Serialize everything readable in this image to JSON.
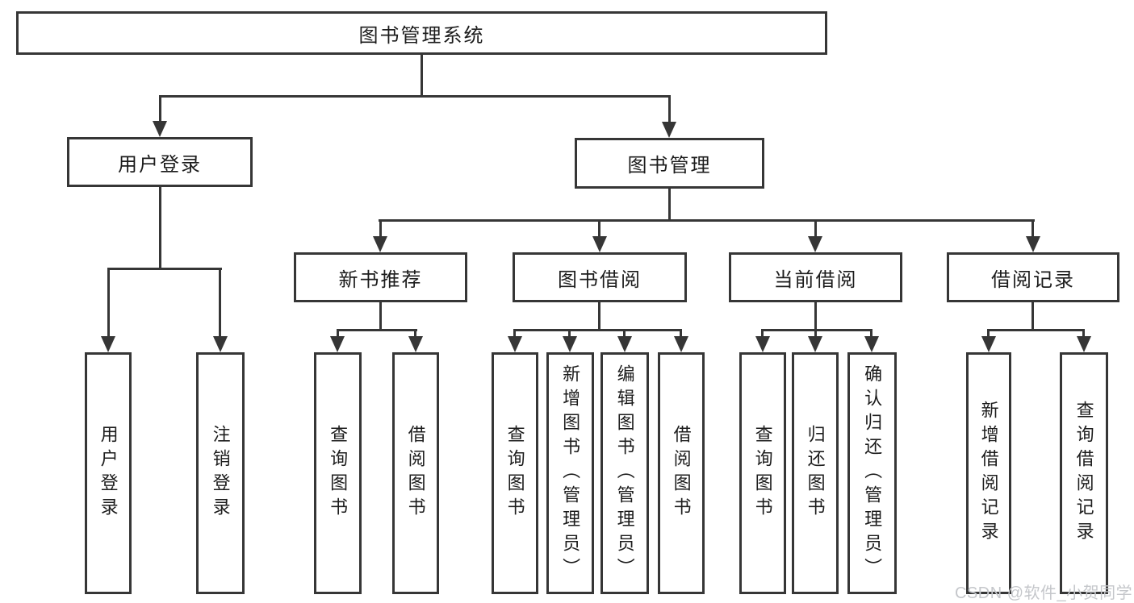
{
  "colors": {
    "line": "#363636",
    "text": "#1c1c1c",
    "watermark": "#c5c7cb",
    "background": "#ffffff"
  },
  "watermark": {
    "text": "CSDN @软件_小贺同学"
  },
  "tree": {
    "root": {
      "label": "图书管理系统"
    },
    "level2": [
      {
        "label": "用户登录",
        "children": [
          {
            "label": "用户登录"
          },
          {
            "label": "注销登录"
          }
        ]
      },
      {
        "label": "图书管理",
        "children": [
          {
            "label": "新书推荐",
            "children": [
              {
                "label": "查询图书"
              },
              {
                "label": "借阅图书"
              }
            ]
          },
          {
            "label": "图书借阅",
            "children": [
              {
                "label": "查询图书"
              },
              {
                "label": "新增图书（管理员）"
              },
              {
                "label": "编辑图书（管理员）"
              },
              {
                "label": "借阅图书"
              }
            ]
          },
          {
            "label": "当前借阅",
            "children": [
              {
                "label": "查询图书"
              },
              {
                "label": "归还图书"
              },
              {
                "label": "确认归还（管理员）"
              }
            ]
          },
          {
            "label": "借阅记录",
            "children": [
              {
                "label": "新增借阅记录"
              },
              {
                "label": "查询借阅记录"
              }
            ]
          }
        ]
      }
    ]
  }
}
